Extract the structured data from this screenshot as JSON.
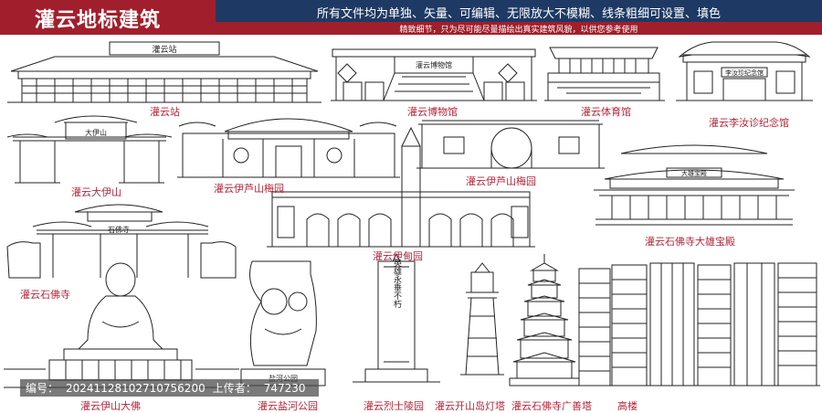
{
  "header": {
    "title": "灌云地标建筑",
    "subtitle": "所有文件均为单独、矢量、可编辑、无限放大不模糊、线条粗细可设置、填色",
    "subtitle2": "精致细节，只为尽可能尽量描绘出真实建筑风貌，以供您参考使用"
  },
  "labels": {
    "station": "灌云站",
    "museum": "灌云博物馆",
    "gym": "灌云体育馆",
    "memorial": "灌云李汝诊纪念馆",
    "dayishan": "灌云大伊山",
    "meiyuan1": "灌云伊芦山梅园",
    "meiyuan2": "灌云伊芦山梅园",
    "hall": "灌云石佛寺大雄宝殿",
    "yiyuan": "灌云伊甸园",
    "shifosi": "灌云石佛寺",
    "buddha": "灌云伊山大佛",
    "yanhe": "灌云盐河公园",
    "lieshi": "灌云烈士陵园",
    "lighthouse": "灌云开山岛灯塔",
    "pagoda": "灌云石佛寺广善塔",
    "towers": "高楼"
  },
  "signs": {
    "station": "灌云站",
    "museum": "灌云博物馆",
    "memorial": "李汝珍纪念馆",
    "dayishan": "大伊山",
    "hall": "大雄宝殿",
    "shifosi": "石佛寺",
    "lieshi": "英雄永垂不朽",
    "yanhe": "盐河公园"
  },
  "watermark": {
    "id_label": "编号：",
    "id": "20241128102710756200",
    "uploader_label": "上传者：",
    "uploader": "747230"
  },
  "colors": {
    "red": "#a11f2c",
    "navy": "#1e3a64",
    "line": "#222222"
  }
}
